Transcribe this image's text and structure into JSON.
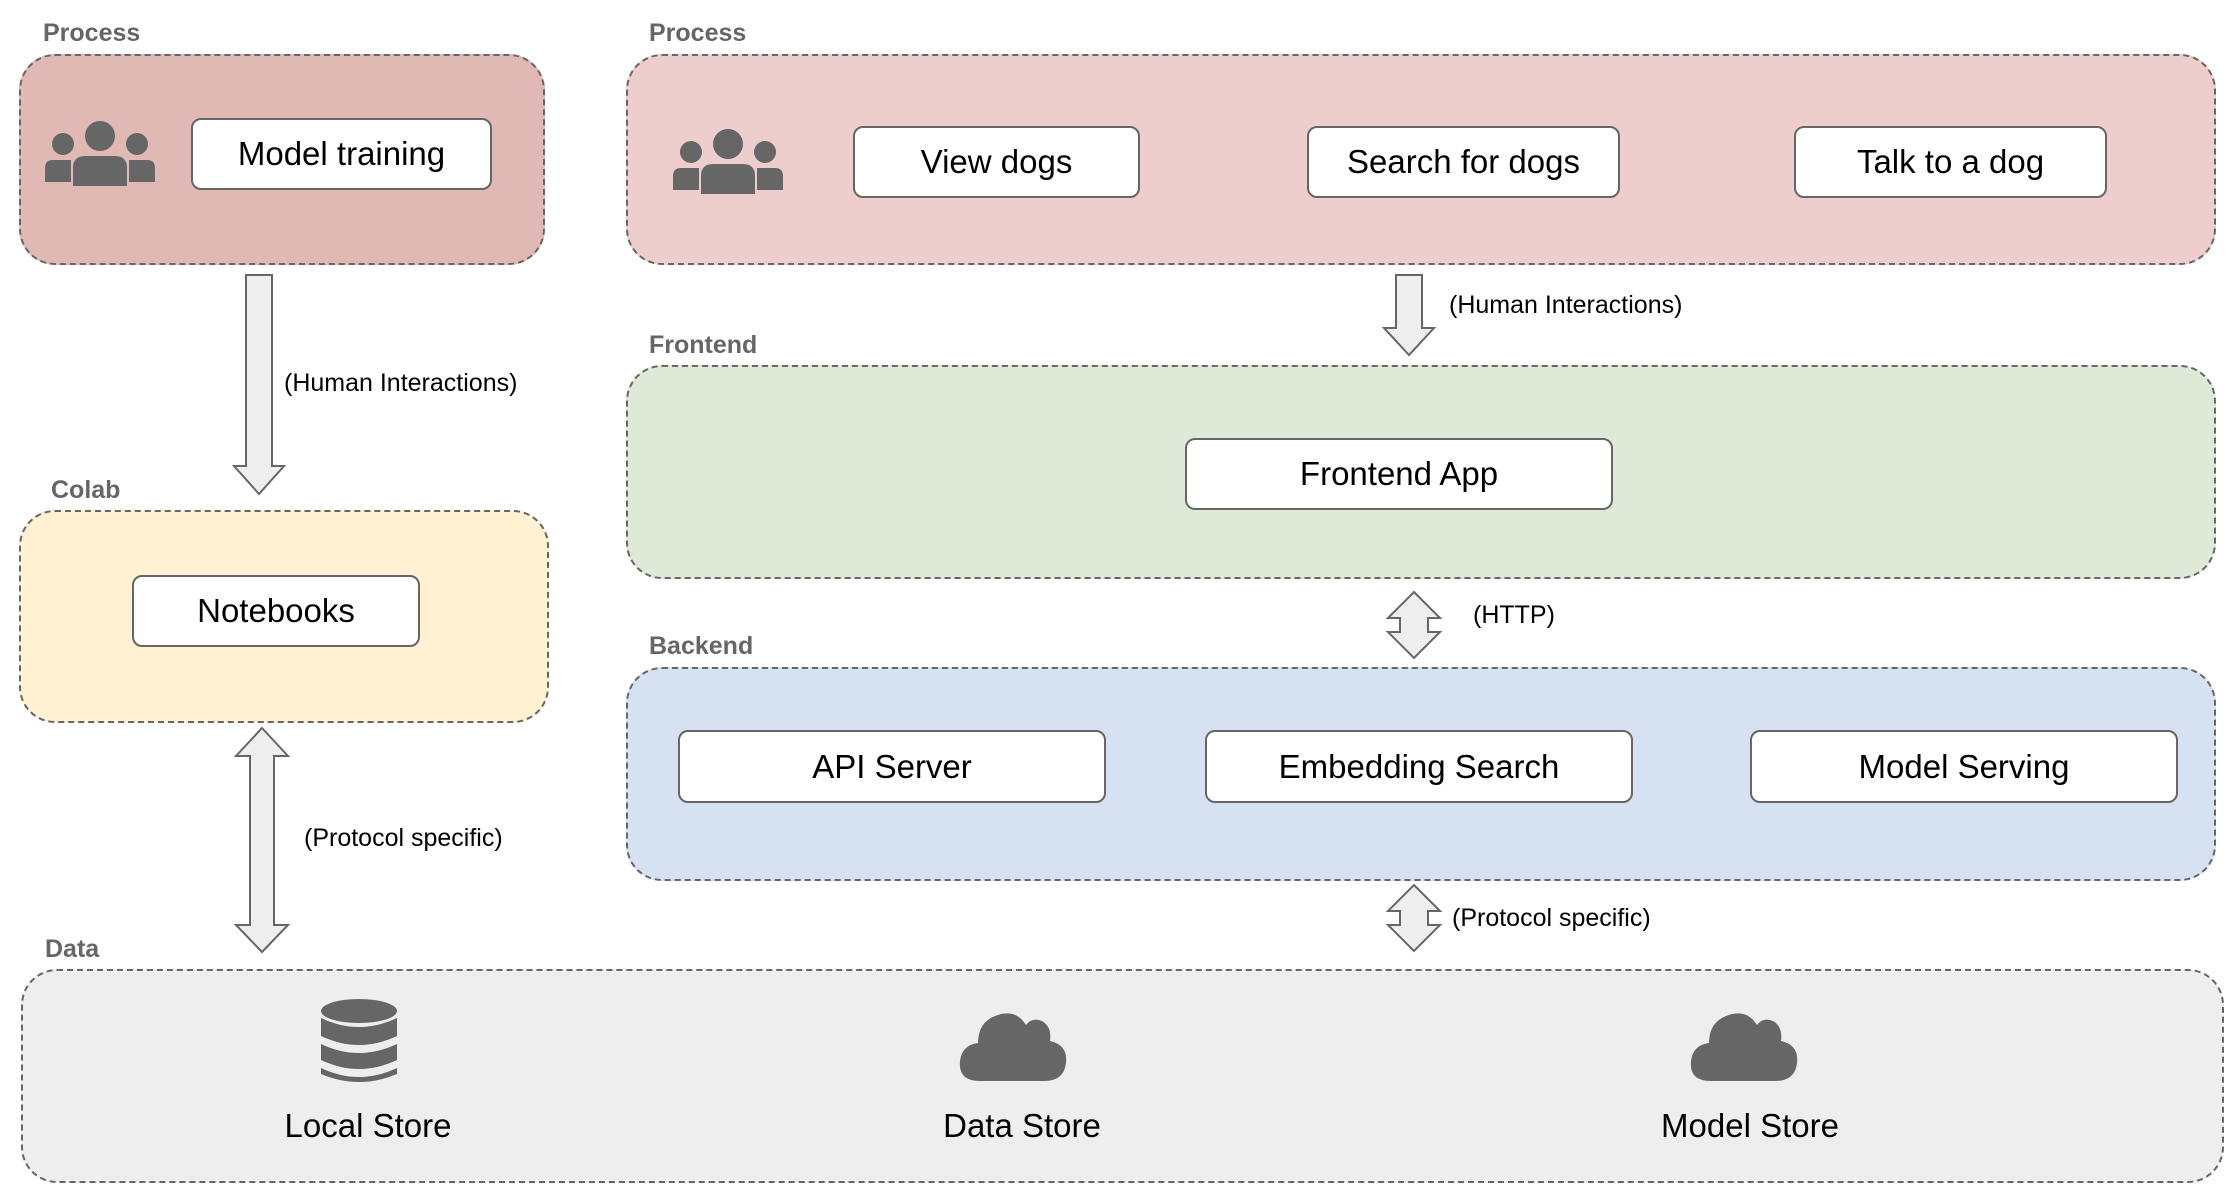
{
  "groups": {
    "process_left": {
      "title": "Process",
      "fill": "#e0b9b4"
    },
    "process_right": {
      "title": "Process",
      "fill": "#eecdcd"
    },
    "colab": {
      "title": "Colab",
      "fill": "#fff1d1"
    },
    "frontend": {
      "title": "Frontend",
      "fill": "#deead7"
    },
    "backend": {
      "title": "Backend",
      "fill": "#d6e2f1"
    },
    "data": {
      "title": "Data",
      "fill": "#eeeeee"
    }
  },
  "nodes": {
    "model_training": "Model training",
    "view_dogs": "View dogs",
    "search_for_dogs": "Search for dogs",
    "talk_to_a_dog": "Talk to a dog",
    "notebooks": "Notebooks",
    "frontend_app": "Frontend App",
    "api_server": "API Server",
    "embedding_search": "Embedding Search",
    "model_serving": "Model Serving"
  },
  "stores": {
    "local_store": {
      "label": "Local Store",
      "icon": "database-icon"
    },
    "data_store": {
      "label": "Data Store",
      "icon": "cloud-icon"
    },
    "model_store": {
      "label": "Model Store",
      "icon": "cloud-icon"
    }
  },
  "edges": {
    "left_human_interactions": "(Human Interactions)",
    "left_protocol_specific": "(Protocol specific)",
    "right_human_interactions": "(Human Interactions)",
    "http": "(HTTP)",
    "right_protocol_specific": "(Protocol specific)"
  },
  "colors": {
    "stroke": "#666666",
    "icon": "#666666",
    "arrow_fill": "#eeeeee"
  }
}
